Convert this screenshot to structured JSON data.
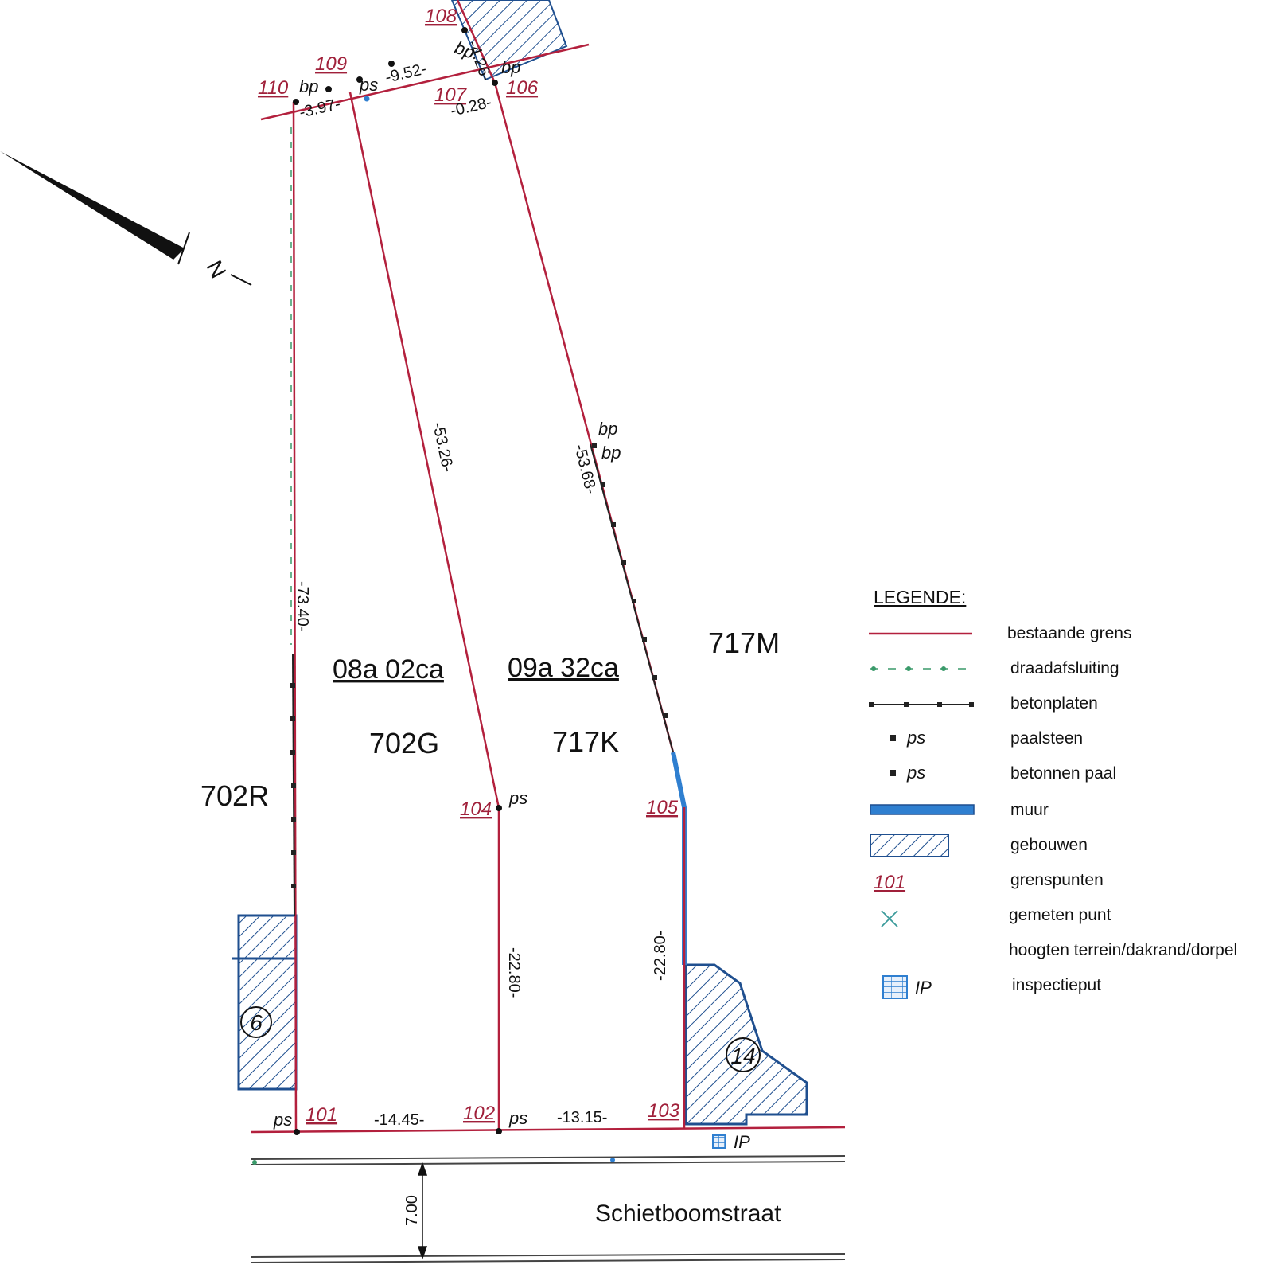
{
  "points": {
    "p101": "101",
    "p102": "102",
    "p103": "103",
    "p104": "104",
    "p105": "105",
    "p106": "106",
    "p107": "107",
    "p108": "108",
    "p109": "109",
    "p110": "110"
  },
  "measurements": {
    "m_73_40": "-73.40-",
    "m_53_26": "-53.26-",
    "m_53_68": "-53.68-",
    "m_22_80_left": "-22.80-",
    "m_22_80_right": "-22.80-",
    "m_14_45": "-14.45-",
    "m_13_15": "-13.15-",
    "m_3_97": "-3.97-",
    "m_9_52": "-9.52-",
    "m_4_26": "-4.26-",
    "m_0_28": "-0.28-",
    "street_width": "7.00"
  },
  "markers": {
    "ps": "ps",
    "bp": "bp",
    "ip": "IP"
  },
  "parcels": {
    "p702R": "702R",
    "p702G": "702G",
    "p717K": "717K",
    "p717M": "717M"
  },
  "areas": {
    "a702G": "08a 02ca",
    "a717K": "09a 32ca"
  },
  "buildings": {
    "house6": "6",
    "house14": "14"
  },
  "street": {
    "name": "Schietboomstraat"
  },
  "north": {
    "label": "N"
  },
  "legend": {
    "title": "LEGENDE:",
    "items": {
      "grens": "bestaande grens",
      "draad": "draadafsluiting",
      "beton": "betonplaten",
      "paalsteen": "paalsteen",
      "paal": "betonnen paal",
      "muur": "muur",
      "gebouwen": "gebouwen",
      "grenspunten": "grenspunten",
      "gemeten": "gemeten punt",
      "hoogten": "hoogten terrein/dakrand/dorpel",
      "inspectieput": "inspectieput"
    },
    "sample_point": "101",
    "sample_ps": "ps",
    "sample_ip": "IP"
  },
  "colors": {
    "boundary": "#b3203d",
    "wall": "#2f7fd0",
    "hatch": "#1f4f8f",
    "wire": "#3a9a6a",
    "ink": "#111111"
  }
}
